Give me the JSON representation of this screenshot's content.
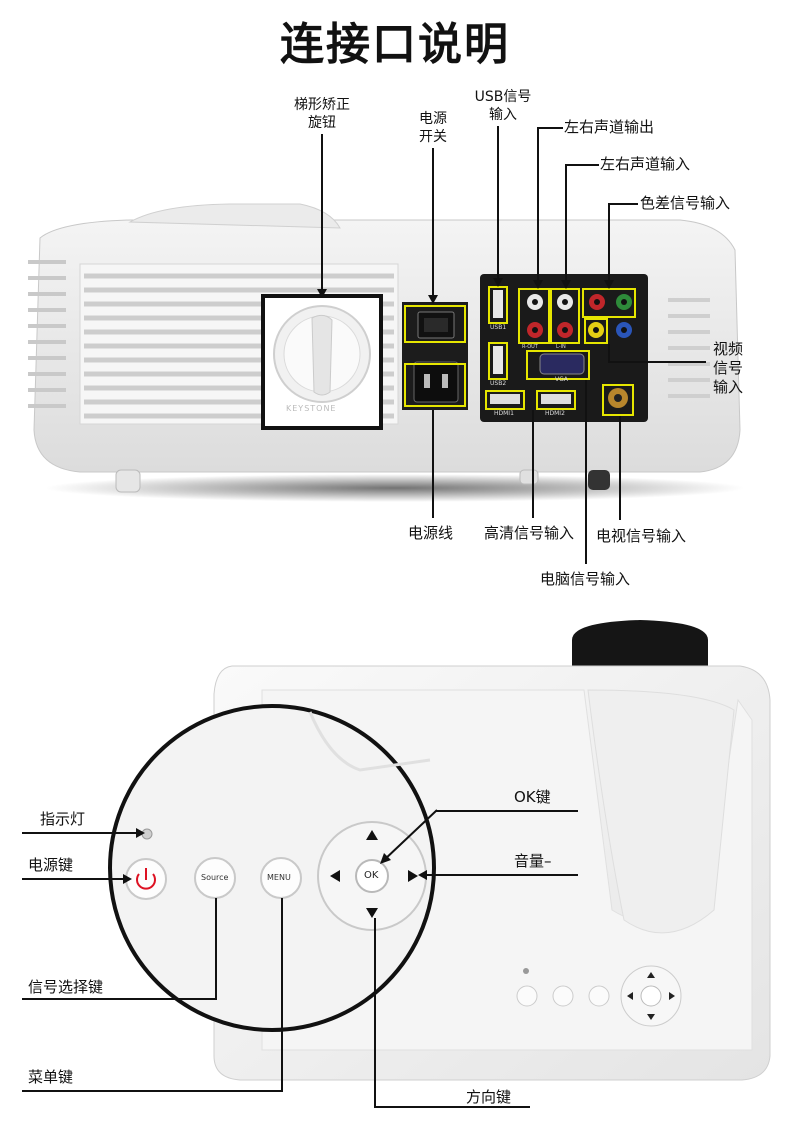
{
  "title": "连接口说明",
  "rear": {
    "keystone_label": [
      "梯形矫正",
      "旋钮"
    ],
    "keystone_text": "KEYSTONE",
    "power_switch_label": [
      "电源",
      "开关"
    ],
    "usb_label": [
      "USB信号",
      "输入"
    ],
    "audio_out_label": "左右声道输出",
    "audio_in_label": "左右声道输入",
    "component_label": "色差信号输入",
    "video_label": [
      "视频",
      "信号",
      "输入"
    ],
    "power_cord_label": "电源线",
    "hdmi_label": "高清信号输入",
    "tv_label": "电视信号输入",
    "vga_label": "电脑信号输入",
    "port_usb1": "USB1",
    "port_usb2": "USB2",
    "port_hdmi1": "HDMI1",
    "port_hdmi2": "HDMI2",
    "port_vga": "VGA",
    "port_rout": "R-OUT",
    "port_lin": "L-IN"
  },
  "top": {
    "indicator_label": "指示灯",
    "power_key_label": "电源键",
    "source_key_label": "信号选择键",
    "menu_key_label": "菜单键",
    "ok_key_label": "OK键",
    "volume_label": "音量–",
    "direction_label": "方向键",
    "btn_source": "Source",
    "btn_menu": "MENU",
    "btn_ok": "OK"
  }
}
